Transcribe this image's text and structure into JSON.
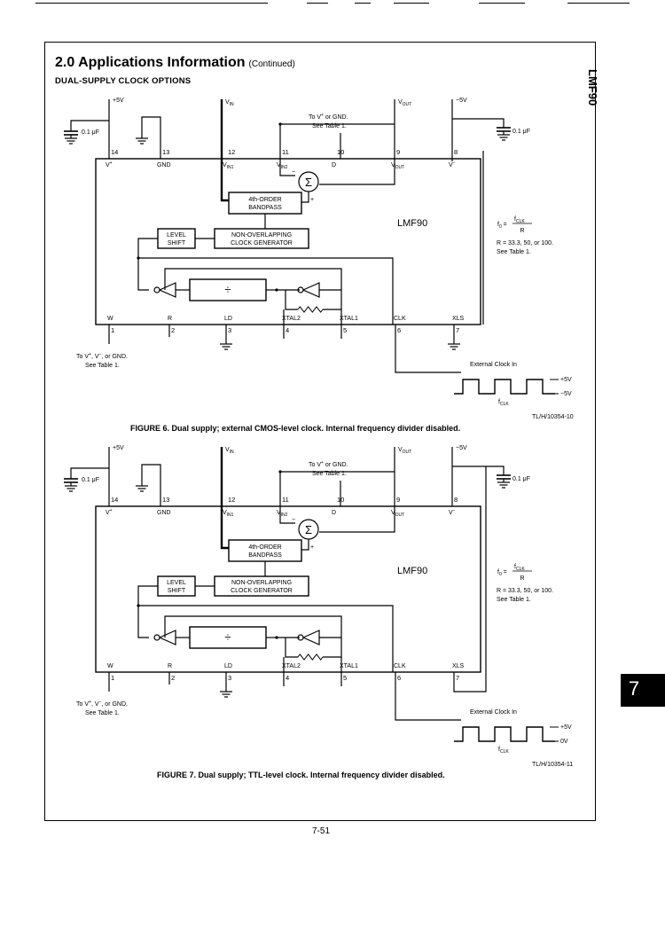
{
  "page": {
    "section_title": "2.0 Applications Information",
    "section_title_suffix": "(Continued)",
    "subsection_title": "DUAL-SUPPLY CLOCK OPTIONS",
    "side_label": "LMF90",
    "tab_number": "7",
    "page_number": "7-51"
  },
  "figures": [
    {
      "caption": "FIGURE 6. Dual supply; external CMOS-level clock. Internal frequency divider disabled.",
      "code": "TL/H/10354-10",
      "clock_levels": [
        "+5V",
        "−5V"
      ]
    },
    {
      "caption": "FIGURE 7. Dual supply; TTL-level clock. Internal frequency divider disabled.",
      "code": "TL/H/10354-11",
      "clock_levels": [
        "+5V",
        "0V"
      ]
    }
  ],
  "schematic": {
    "chip_name": "LMF90",
    "supply_pos": "+5V",
    "supply_neg": "−5V",
    "cap_label": "0.1 μF",
    "vin": "V",
    "vin_sub": "IN",
    "vout": "V",
    "vout_sub": "OUT",
    "pins_top": [
      {
        "num": "14",
        "name": "V",
        "sup": "+"
      },
      {
        "num": "13",
        "name": "GND"
      },
      {
        "num": "12",
        "name": "V",
        "sub": "IN1"
      },
      {
        "num": "11",
        "name": "V",
        "sub": "IN2"
      },
      {
        "num": "10",
        "name": "D"
      },
      {
        "num": "9",
        "name": "V",
        "sub": "OUT"
      },
      {
        "num": "8",
        "name": "V",
        "sup": "−"
      }
    ],
    "pins_bottom": [
      {
        "num": "1",
        "name": "W"
      },
      {
        "num": "2",
        "name": "R"
      },
      {
        "num": "3",
        "name": "LD"
      },
      {
        "num": "4",
        "name": "XTAL2"
      },
      {
        "num": "5",
        "name": "XTAL1"
      },
      {
        "num": "6",
        "name": "CLK"
      },
      {
        "num": "7",
        "name": "XLS"
      }
    ],
    "note_d_1": "To V",
    "note_d_sup": "+",
    "note_d_2": " or GND.",
    "note_d_line2": "See Table 1.",
    "note_w_1": "To V",
    "note_w_sup1": "+",
    "note_w_2": ", V",
    "note_w_sup2": "−",
    "note_w_3": ", or GND.",
    "note_w_line2": "See Table 1.",
    "bandpass_1": "4th-ORDER",
    "bandpass_2": "BANDPASS",
    "level_shift_1": "LEVEL",
    "level_shift_2": "SHIFT",
    "clockgen_1": "NON-OVERLAPPING",
    "clockgen_2": "CLOCK GENERATOR",
    "sum_symbol": "Σ",
    "sum_minus": "−",
    "sum_plus": "+",
    "divider_symbol": "÷",
    "ext_clock": "External Clock In",
    "fclk": "f",
    "fclk_sub": "CLK",
    "f0": "f",
    "f0_sub": "0",
    "formula_eq": " = ",
    "formula_den": "R",
    "r_values": "R = 33.3, 50, or 100.",
    "see_table": "See Table 1."
  }
}
